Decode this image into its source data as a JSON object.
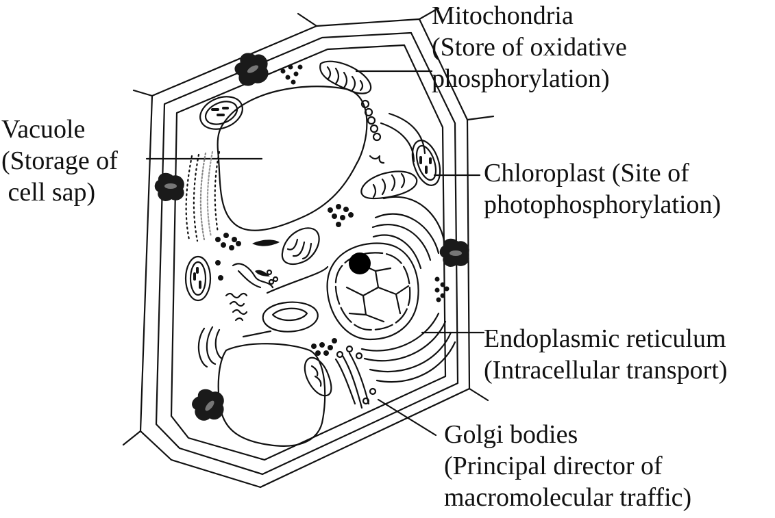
{
  "labels": {
    "mitochondria": {
      "name": "Mitochondria",
      "line2": "(Store of oxidative",
      "line3": "phosphorylation)"
    },
    "vacuole": {
      "name": "Vacuole",
      "line2": "(Storage of",
      "line3": " cell sap)"
    },
    "chloroplast": {
      "line1": "Chloroplast (Site of",
      "line2": "photophosphorylation)"
    },
    "endoplasmic_reticulum": {
      "line1": "Endoplasmic reticulum",
      "line2": "(Intracellular transport)"
    },
    "golgi": {
      "name": "Golgi bodies",
      "line2": "(Principal director of",
      "line3": "macromolecular traffic)"
    }
  },
  "colors": {
    "stroke": "#111111",
    "plasmodesma": "#1a1a1a",
    "nucleolus": "#000000",
    "background": "#ffffff"
  }
}
